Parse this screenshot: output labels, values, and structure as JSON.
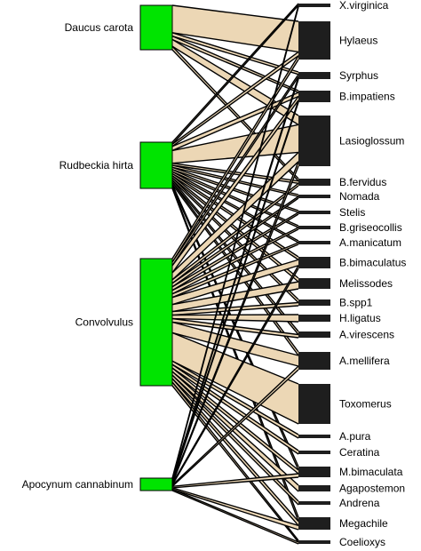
{
  "colors": {
    "plant_fill": "#00e400",
    "plant_stroke": "#000000",
    "pollinator_fill": "#1e1e1e",
    "link_fill": "#ecd7b5",
    "link_stroke": "#000000",
    "background": "#ffffff"
  },
  "plants": [
    {
      "id": "daucus",
      "label": "Daucus carota"
    },
    {
      "id": "rudbeckia",
      "label": "Rudbeckia hirta"
    },
    {
      "id": "convolvulus",
      "label": "Convolvulus"
    },
    {
      "id": "apocynum",
      "label": "Apocynum cannabinum"
    }
  ],
  "pollinators": [
    {
      "id": "xvirginica",
      "label": "X.virginica"
    },
    {
      "id": "hylaeus",
      "label": "Hylaeus"
    },
    {
      "id": "syrphus",
      "label": "Syrphus"
    },
    {
      "id": "bimpatiens",
      "label": "B.impatiens"
    },
    {
      "id": "lasioglossum",
      "label": "Lasioglossum"
    },
    {
      "id": "bfervidus",
      "label": "B.fervidus"
    },
    {
      "id": "nomada",
      "label": "Nomada"
    },
    {
      "id": "stelis",
      "label": "Stelis"
    },
    {
      "id": "bgriseocollis",
      "label": "B.griseocollis"
    },
    {
      "id": "amanicatum",
      "label": "A.manicatum"
    },
    {
      "id": "bbimaculatus",
      "label": "B.bimaculatus"
    },
    {
      "id": "melissodes",
      "label": "Melissodes"
    },
    {
      "id": "bspp1",
      "label": "B.spp1"
    },
    {
      "id": "hligatus",
      "label": "H.ligatus"
    },
    {
      "id": "avirescens",
      "label": "A.virescens"
    },
    {
      "id": "amellifera",
      "label": "A.mellifera"
    },
    {
      "id": "toxomerus",
      "label": "Toxomerus"
    },
    {
      "id": "apura",
      "label": "A.pura"
    },
    {
      "id": "ceratina",
      "label": "Ceratina"
    },
    {
      "id": "mbimaculata",
      "label": "M.bimaculata"
    },
    {
      "id": "agapostemon",
      "label": "Agapostemon"
    },
    {
      "id": "andrena",
      "label": "Andrena"
    },
    {
      "id": "megachile",
      "label": "Megachile"
    },
    {
      "id": "coelioxys",
      "label": "Coelioxys"
    }
  ],
  "interactions": [
    {
      "plant": "daucus",
      "pollinator": "hylaeus",
      "weight": 8
    },
    {
      "plant": "daucus",
      "pollinator": "syrphus",
      "weight": 1
    },
    {
      "plant": "daucus",
      "pollinator": "bimpatiens",
      "weight": 1
    },
    {
      "plant": "daucus",
      "pollinator": "lasioglossum",
      "weight": 2
    },
    {
      "plant": "daucus",
      "pollinator": "bfervidus",
      "weight": 1
    },
    {
      "plant": "rudbeckia",
      "pollinator": "xvirginica",
      "weight": 1
    },
    {
      "plant": "rudbeckia",
      "pollinator": "hylaeus",
      "weight": 1
    },
    {
      "plant": "rudbeckia",
      "pollinator": "bimpatiens",
      "weight": 2
    },
    {
      "plant": "rudbeckia",
      "pollinator": "lasioglossum",
      "weight": 6
    },
    {
      "plant": "rudbeckia",
      "pollinator": "bfervidus",
      "weight": 1
    },
    {
      "plant": "rudbeckia",
      "pollinator": "nomada",
      "weight": 1
    },
    {
      "plant": "rudbeckia",
      "pollinator": "stelis",
      "weight": 1
    },
    {
      "plant": "rudbeckia",
      "pollinator": "bgriseocollis",
      "weight": 1
    },
    {
      "plant": "rudbeckia",
      "pollinator": "amanicatum",
      "weight": 1
    },
    {
      "plant": "rudbeckia",
      "pollinator": "bbimaculatus",
      "weight": 1
    },
    {
      "plant": "rudbeckia",
      "pollinator": "melissodes",
      "weight": 1
    },
    {
      "plant": "rudbeckia",
      "pollinator": "bspp1",
      "weight": 1
    },
    {
      "plant": "rudbeckia",
      "pollinator": "avirescens",
      "weight": 1
    },
    {
      "plant": "rudbeckia",
      "pollinator": "amellifera",
      "weight": 1
    },
    {
      "plant": "rudbeckia",
      "pollinator": "mbimaculata",
      "weight": 1
    },
    {
      "plant": "rudbeckia",
      "pollinator": "megachile",
      "weight": 1
    },
    {
      "plant": "convolvulus",
      "pollinator": "hylaeus",
      "weight": 1
    },
    {
      "plant": "convolvulus",
      "pollinator": "syrphus",
      "weight": 1
    },
    {
      "plant": "convolvulus",
      "pollinator": "bimpatiens",
      "weight": 2
    },
    {
      "plant": "convolvulus",
      "pollinator": "lasioglossum",
      "weight": 2
    },
    {
      "plant": "convolvulus",
      "pollinator": "bfervidus",
      "weight": 1
    },
    {
      "plant": "convolvulus",
      "pollinator": "nomada",
      "weight": 1
    },
    {
      "plant": "convolvulus",
      "pollinator": "stelis",
      "weight": 1
    },
    {
      "plant": "convolvulus",
      "pollinator": "bgriseocollis",
      "weight": 1
    },
    {
      "plant": "convolvulus",
      "pollinator": "amanicatum",
      "weight": 1
    },
    {
      "plant": "convolvulus",
      "pollinator": "bbimaculatus",
      "weight": 2
    },
    {
      "plant": "convolvulus",
      "pollinator": "melissodes",
      "weight": 2
    },
    {
      "plant": "convolvulus",
      "pollinator": "bspp1",
      "weight": 1
    },
    {
      "plant": "convolvulus",
      "pollinator": "hligatus",
      "weight": 1
    },
    {
      "plant": "convolvulus",
      "pollinator": "avirescens",
      "weight": 1
    },
    {
      "plant": "convolvulus",
      "pollinator": "amellifera",
      "weight": 3
    },
    {
      "plant": "convolvulus",
      "pollinator": "toxomerus",
      "weight": 8
    },
    {
      "plant": "convolvulus",
      "pollinator": "apura",
      "weight": 1
    },
    {
      "plant": "convolvulus",
      "pollinator": "ceratina",
      "weight": 1
    },
    {
      "plant": "convolvulus",
      "pollinator": "mbimaculata",
      "weight": 1
    },
    {
      "plant": "convolvulus",
      "pollinator": "agapostemon",
      "weight": 1
    },
    {
      "plant": "convolvulus",
      "pollinator": "andrena",
      "weight": 1
    },
    {
      "plant": "convolvulus",
      "pollinator": "megachile",
      "weight": 1
    },
    {
      "plant": "convolvulus",
      "pollinator": "coelioxys",
      "weight": 1
    },
    {
      "plant": "apocynum",
      "pollinator": "xvirginica",
      "weight": 1
    },
    {
      "plant": "apocynum",
      "pollinator": "syrphus",
      "weight": 1
    },
    {
      "plant": "apocynum",
      "pollinator": "bimpatiens",
      "weight": 1
    },
    {
      "plant": "apocynum",
      "pollinator": "lasioglossum",
      "weight": 1
    },
    {
      "plant": "apocynum",
      "pollinator": "bbimaculatus",
      "weight": 1
    },
    {
      "plant": "apocynum",
      "pollinator": "amellifera",
      "weight": 1
    },
    {
      "plant": "apocynum",
      "pollinator": "mbimaculata",
      "weight": 1
    },
    {
      "plant": "apocynum",
      "pollinator": "megachile",
      "weight": 1
    },
    {
      "plant": "apocynum",
      "pollinator": "coelioxys",
      "weight": 1
    }
  ]
}
